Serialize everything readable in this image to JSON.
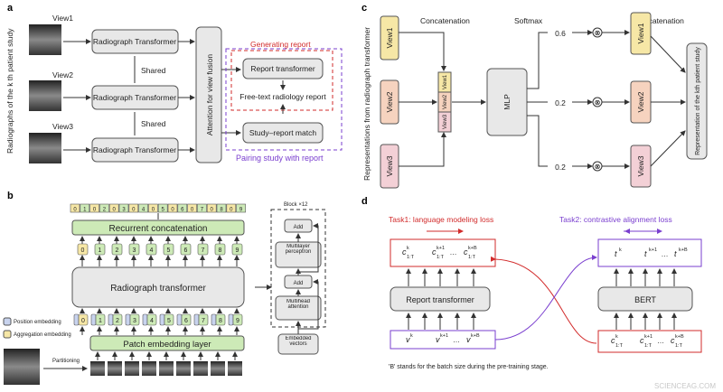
{
  "panels": {
    "a": "a",
    "b": "b",
    "c": "c",
    "d": "d"
  },
  "a": {
    "side_label": "Radiographs of the k th patient study",
    "views": [
      "View1",
      "View2",
      "View3"
    ],
    "transformer": "Radiograph Transformer",
    "shared": "Shared",
    "attention": "Attention for view fusion",
    "generating": "Generating report",
    "report_transformer": "Report transformer",
    "free_text": "Free-text radiology report",
    "study_report_match": "Study–report match",
    "pairing": "Pairing study with report"
  },
  "b": {
    "output_tokens": [
      "0",
      "1",
      "0",
      "2",
      "0",
      "3",
      "0",
      "4",
      "0",
      "5",
      "0",
      "6",
      "0",
      "7",
      "0",
      "8",
      "0",
      "9"
    ],
    "recurrent": "Recurrent concatenation",
    "mid_tokens": [
      "0",
      "1",
      "2",
      "3",
      "4",
      "5",
      "6",
      "7",
      "8",
      "9"
    ],
    "radiograph_transformer": "Radiograph transformer",
    "input_tokens": [
      "0",
      "1",
      "2",
      "3",
      "4",
      "5",
      "6",
      "7",
      "8",
      "9"
    ],
    "legend_position": "Position embedding",
    "legend_aggregation": "Aggregation embedding",
    "patch_layer": "Patch embedding layer",
    "partitioning": "Partitioning",
    "block": "Block ×12",
    "add": "Add",
    "mlp": "Multilayer perceptron",
    "mha": "Multihead attention",
    "embedded": "Embedded vectors"
  },
  "c": {
    "side_label": "Representations from radiograph transformer",
    "concat1": "Concatenation",
    "softmax": "Softmax",
    "concat2": "Concatenation",
    "views": [
      "View1",
      "View2",
      "View3"
    ],
    "stack": [
      "View1",
      "View2",
      "View3"
    ],
    "mlp": "MLP",
    "weights": [
      "0.6",
      "0.2",
      "0.2"
    ],
    "otimes": "⊗",
    "representation": "Representation of the kth patient study"
  },
  "d": {
    "task1": "Task1: language modeling loss",
    "task2": "Task2: contrastive alignment loss",
    "c_tokens": [
      "c",
      "c",
      "c"
    ],
    "c_sup": [
      "k",
      "k+1",
      "k+B"
    ],
    "c_sub": "1:T",
    "ellipsis": "…",
    "t_tokens": [
      "t",
      "t",
      "t"
    ],
    "t_sup": [
      "k",
      "k+1",
      "k+B"
    ],
    "v_tokens": [
      "v",
      "v",
      "v"
    ],
    "v_sup": [
      "k",
      "k+1",
      "k+B"
    ],
    "report_transformer": "Report transformer",
    "bert": "BERT",
    "footnote": "'B' stands for the batch size during the pre-training stage."
  },
  "watermark": "SCIENCEAG.COM",
  "colors": {
    "yellow": "#f6e7a6",
    "orange": "#f6d3bf",
    "pink": "#f3d0d6",
    "green": "#cdeab7",
    "blue": "#c8d3ee",
    "red": "#d22b2b",
    "purple": "#7a3fcf",
    "grey": "#e8e8e8"
  }
}
